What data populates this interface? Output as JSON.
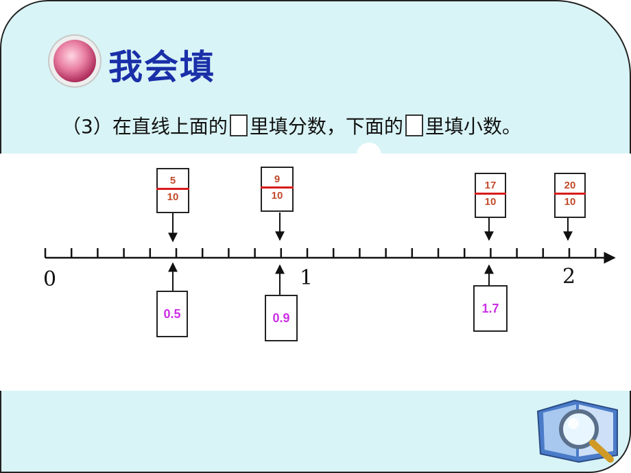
{
  "header": {
    "title": "我会填",
    "instruction_parts": [
      "（3）在直线上面的",
      "里填分数，下面的",
      "里填小数。"
    ]
  },
  "number_line": {
    "labels": [
      "0",
      "1",
      "2"
    ],
    "fractions": [
      {
        "numerator": "5",
        "denominator": "10"
      },
      {
        "numerator": "9",
        "denominator": "10"
      },
      {
        "numerator": "17",
        "denominator": "10"
      },
      {
        "numerator": "20",
        "denominator": "10"
      }
    ],
    "decimals": [
      "0.5",
      "0.9",
      "1.7"
    ]
  },
  "colors": {
    "panel": "#d9f4f6",
    "title": "#1a2fa8",
    "fraction_text": "#c24a2a",
    "fraction_bar": "#d81a1a",
    "decimal_text": "#cc2ee6"
  },
  "icons": [
    "pink-circle-badge-icon",
    "book-magnifier-icon"
  ]
}
